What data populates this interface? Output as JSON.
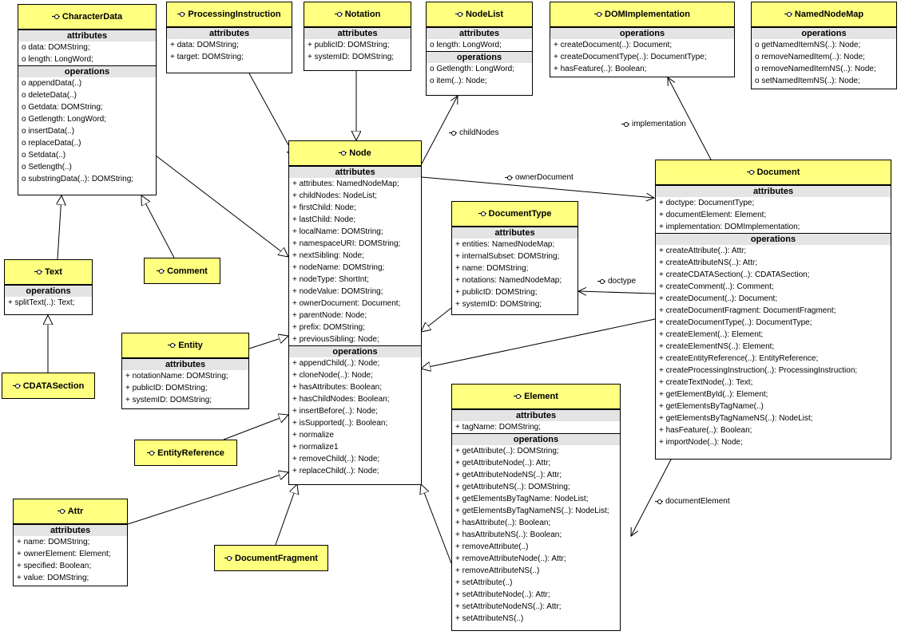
{
  "classes": {
    "characterdata": {
      "name": "CharacterData",
      "attributes_title": "attributes",
      "attributes": [
        "o data: DOMString;",
        "o length: LongWord;"
      ],
      "operations_title": "operations",
      "operations": [
        "o appendData(..)",
        "o deleteData(..)",
        "o Getdata: DOMString;",
        "o Getlength: LongWord;",
        "o insertData(..)",
        "o replaceData(..)",
        "o Setdata(..)",
        "o Setlength(..)",
        "o substringData(..): DOMString;"
      ]
    },
    "processinginstruction": {
      "name": "ProcessingInstruction",
      "attributes_title": "attributes",
      "attributes": [
        "+ data: DOMString;",
        "+ target: DOMString;"
      ]
    },
    "notation": {
      "name": "Notation",
      "attributes_title": "attributes",
      "attributes": [
        "+ publicID: DOMString;",
        "+ systemID: DOMString;"
      ]
    },
    "nodelist": {
      "name": "NodeList",
      "attributes_title": "attributes",
      "attributes": [
        "o length: LongWord;"
      ],
      "operations_title": "operations",
      "operations": [
        "o Getlength: LongWord;",
        "o item(..): Node;"
      ]
    },
    "domimplementation": {
      "name": "DOMImplementation",
      "operations_title": "operations",
      "operations": [
        "+ createDocument(..): Document;",
        "+ createDocumentType(..): DocumentType;",
        "+ hasFeature(..): Boolean;"
      ]
    },
    "namednodemap": {
      "name": "NamedNodeMap",
      "operations_title": "operations",
      "operations": [
        "o getNamedItemNS(..): Node;",
        "o removeNamedItem(..): Node;",
        "o removeNamedItemNS(..): Node;",
        "o setNamedItemNS(..): Node;"
      ]
    },
    "node": {
      "name": "Node",
      "attributes_title": "attributes",
      "attributes": [
        "+ attributes: NamedNodeMap;",
        "+ childNodes: NodeList;",
        "+ firstChild: Node;",
        "+ lastChild: Node;",
        "+ localName: DOMString;",
        "+ namespaceURI: DOMString;",
        "+ nextSibling: Node;",
        "+ nodeName: DOMString;",
        "+ nodeType: ShortInt;",
        "+ nodeValue: DOMString;",
        "+ ownerDocument: Document;",
        "+ parentNode: Node;",
        "+ prefix: DOMString;",
        "+ previousSibling: Node;"
      ],
      "operations_title": "operations",
      "operations": [
        "+ appendChild(..): Node;",
        "+ cloneNode(..): Node;",
        "+ hasAttributes: Boolean;",
        "+ hasChildNodes: Boolean;",
        "+ insertBefore(..): Node;",
        "+ isSupported(..): Boolean;",
        "+ normalize",
        "+ normalize1",
        "+ removeChild(..): Node;",
        "+ replaceChild(..): Node;"
      ]
    },
    "document": {
      "name": "Document",
      "attributes_title": "attributes",
      "attributes": [
        "+ doctype: DocumentType;",
        "+ documentElement: Element;",
        "+ implementation: DOMImplementation;"
      ],
      "operations_title": "operations",
      "operations": [
        "+ createAttribute(..): Attr;",
        "+ createAttributeNS(..): Attr;",
        "+ createCDATASection(..): CDATASection;",
        "+ createComment(..): Comment;",
        "+ createDocument(..): Document;",
        "+ createDocumentFragment: DocumentFragment;",
        "+ createDocumentType(..): DocumentType;",
        "+ createElement(..): Element;",
        "+ createElementNS(..): Element;",
        "+ createEntityReference(..): EntityReference;",
        "+ createProcessingInstruction(..): ProcessingInstruction;",
        "+ createTextNode(..): Text;",
        "+ getElementById(..): Element;",
        "+ getElementsByTagName(..)",
        "+ getElementsByTagNameNS(..): NodeList;",
        "+ hasFeature(..): Boolean;",
        "+ importNode(..): Node;"
      ]
    },
    "documenttype": {
      "name": "DocumentType",
      "attributes_title": "attributes",
      "attributes": [
        "+ entities: NamedNodeMap;",
        "+ internalSubset: DOMString;",
        "+ name: DOMString;",
        "+ notations: NamedNodeMap;",
        "+ publicID: DOMString;",
        "+ systemID: DOMString;"
      ]
    },
    "text": {
      "name": "Text",
      "operations_title": "operations",
      "operations": [
        "+ splitText(..): Text;"
      ]
    },
    "comment": {
      "name": "Comment"
    },
    "cdatasection": {
      "name": "CDATASection"
    },
    "entity": {
      "name": "Entity",
      "attributes_title": "attributes",
      "attributes": [
        "+ notationName: DOMString;",
        "+ publicID: DOMString;",
        "+ systemID: DOMString;"
      ]
    },
    "entityreference": {
      "name": "EntityReference"
    },
    "attr": {
      "name": "Attr",
      "attributes_title": "attributes",
      "attributes": [
        "+ name: DOMString;",
        "+ ownerElement: Element;",
        "+ specified: Boolean;",
        "+ value: DOMString;"
      ]
    },
    "documentfragment": {
      "name": "DocumentFragment"
    },
    "element": {
      "name": "Element",
      "attributes_title": "attributes",
      "attributes": [
        "+ tagName: DOMString;"
      ],
      "operations_title": "operations",
      "operations": [
        "+ getAttribute(..): DOMString;",
        "+ getAttributeNode(..): Attr;",
        "+ getAttributeNodeNS(..): Attr;",
        "+ getAttributeNS(..): DOMString;",
        "+ getElementsByTagName: NodeList;",
        "+ getElementsByTagNameNS(..): NodeList;",
        "+ hasAttribute(..): Boolean;",
        "+ hasAttributeNS(..): Boolean;",
        "+ removeAttribute(..)",
        "+ removeAttributeNode(..): Attr;",
        "+ removeAttributeNS(..)",
        "+ setAttribute(..)",
        "+ setAttributeNode(..): Attr;",
        "+ setAttributeNodeNS(..): Attr;",
        "+ setAttributeNS(..)"
      ]
    }
  },
  "associations": {
    "childNodes": "childNodes",
    "ownerDocument": "ownerDocument",
    "implementation": "implementation",
    "doctype": "doctype",
    "documentElement": "documentElement"
  },
  "colors": {
    "class_header": "#ffff80",
    "section_title": "#e4e4e4",
    "line": "#000000"
  }
}
